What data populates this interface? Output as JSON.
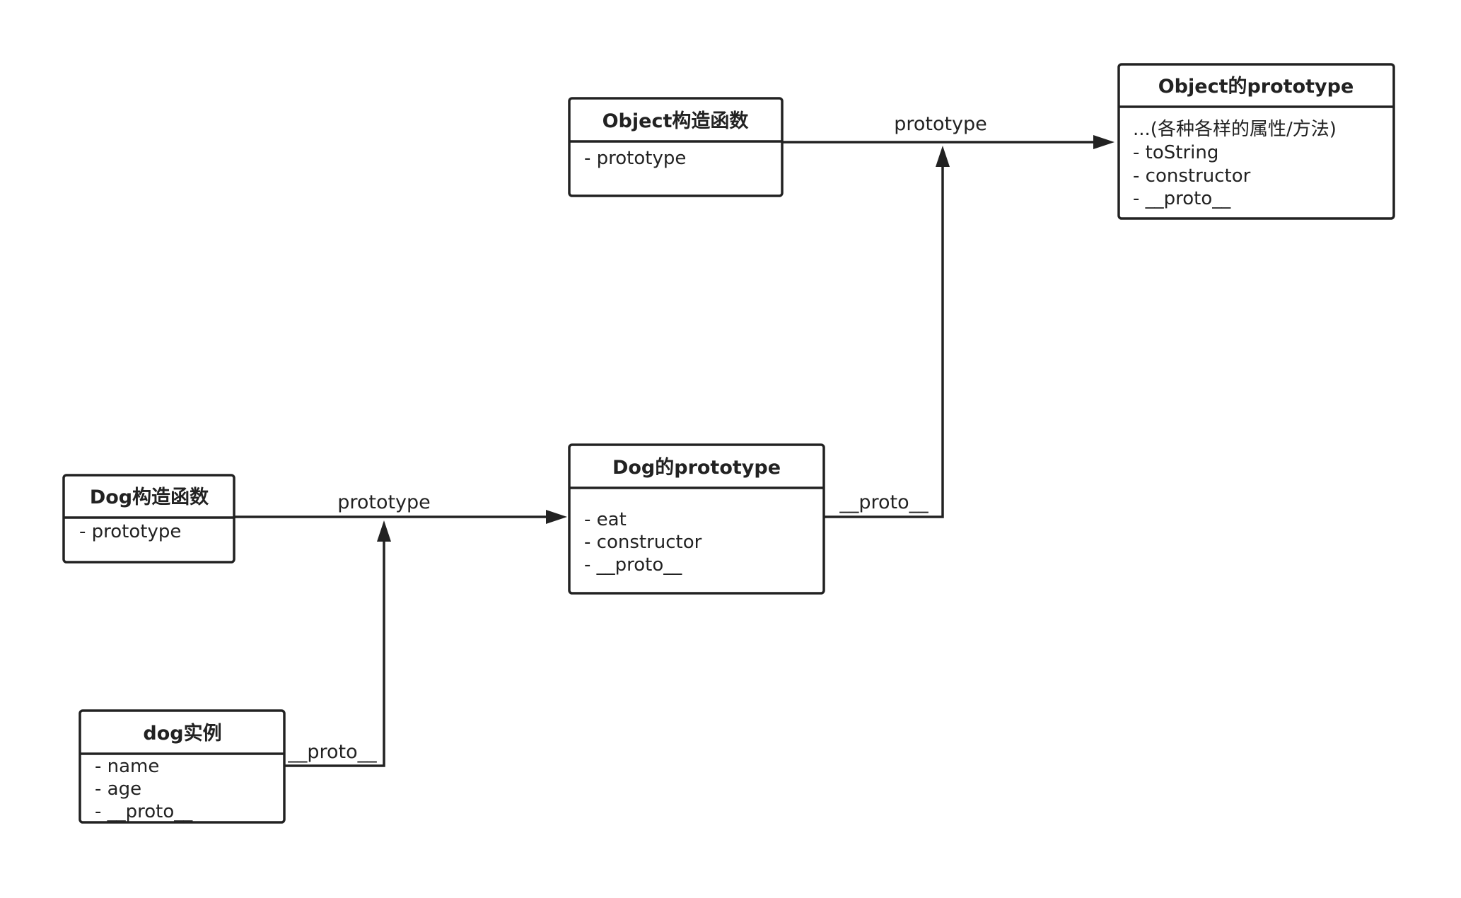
{
  "boxes": {
    "object_constructor": {
      "title": "Object构造函数",
      "items": [
        "- prototype"
      ]
    },
    "object_prototype": {
      "title": "Object的prototype",
      "items": [
        "...(各种各样的属性/方法)",
        "- toString",
        "- constructor",
        "- __proto__"
      ]
    },
    "dog_constructor": {
      "title": "Dog构造函数",
      "items": [
        "- prototype"
      ]
    },
    "dog_prototype": {
      "title": "Dog的prototype",
      "items": [
        "- eat",
        "- constructor",
        "- __proto__"
      ]
    },
    "dog_instance": {
      "title": "dog实例",
      "items": [
        "- name",
        "- age",
        "- __proto__"
      ]
    }
  },
  "edges": {
    "object_ctor_to_proto": "prototype",
    "dog_proto_to_object_proto": "__proto__",
    "dog_ctor_to_proto": "prototype",
    "dog_instance_to_proto": "__proto__"
  }
}
